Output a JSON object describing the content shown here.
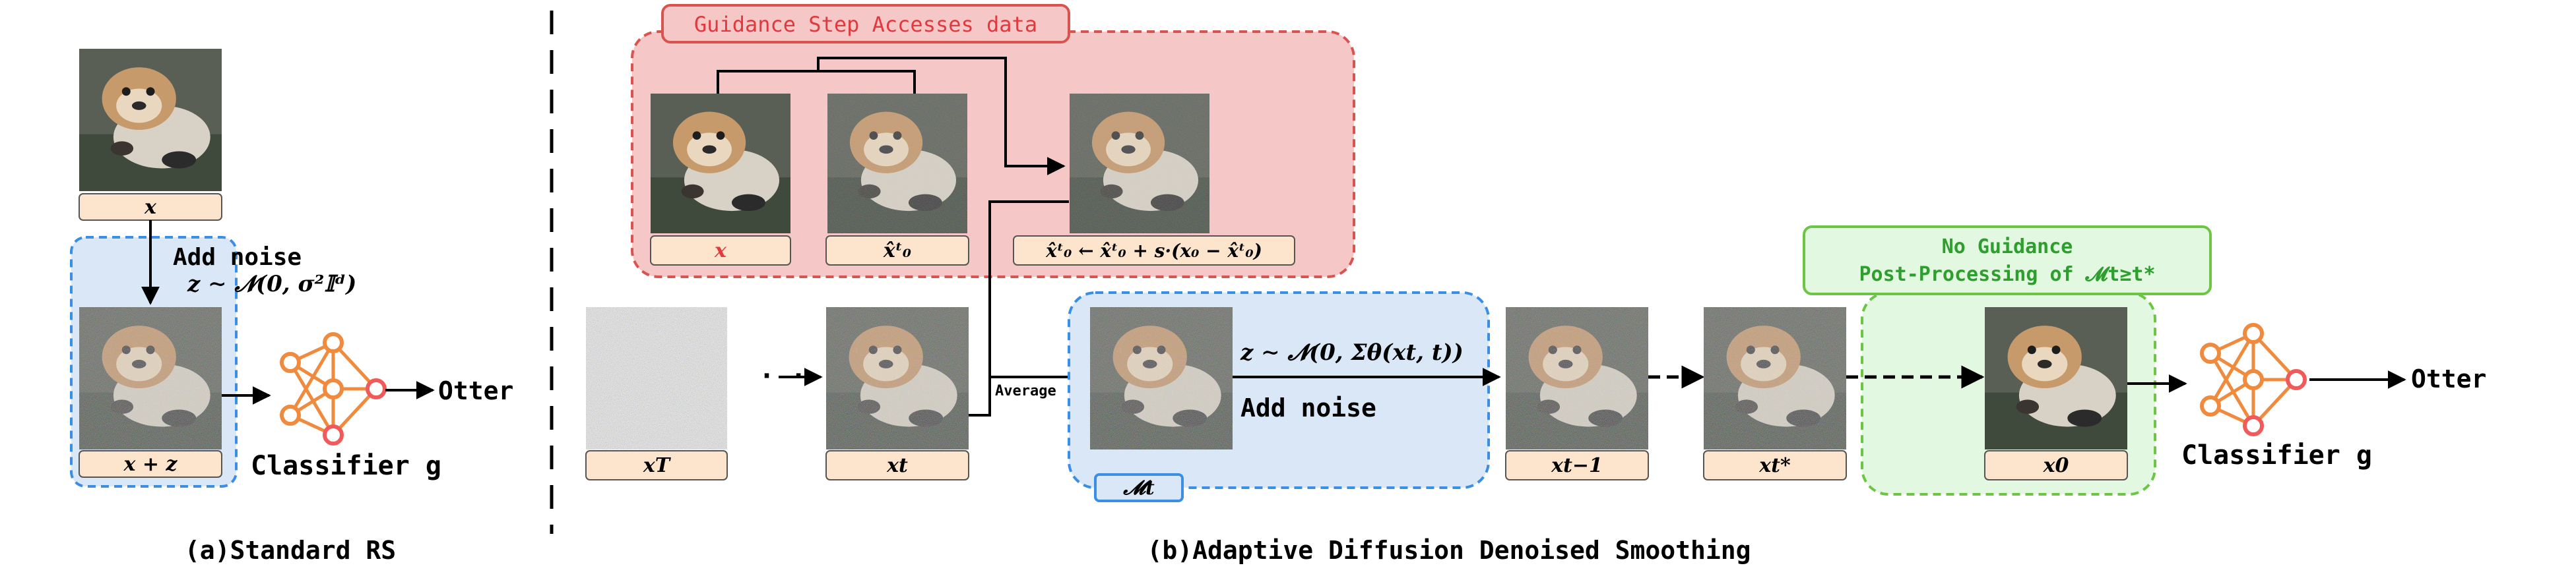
{
  "panel_a": {
    "caption": "(a)Standard RS",
    "image_label_x": "x",
    "noise_title": "Add noise",
    "noise_formula": "z ∼ 𝓝(0, σ²𝕀ᵈ)",
    "image_label_xz": "x + z",
    "classifier_label": "Classifier g",
    "output": "Otter"
  },
  "panel_b": {
    "caption": "(b)Adaptive Diffusion Denoised Smoothing",
    "guidance_title": "Guidance Step Accesses data",
    "guidance_labels": {
      "x": "x",
      "x0hat": "x̂ᵗ₀",
      "update": "x̂ᵗ₀ ← x̂ᵗ₀ + s·(x₀ − x̂ᵗ₀)"
    },
    "chain_labels": {
      "xT": "xT",
      "xt": "xt",
      "xt_minus_1": "xt−1",
      "xtstar": "xt*",
      "x0": "x0"
    },
    "average_label": "Average",
    "noise_formula": "z ∼ 𝓝(0, Σθ(xt, t))",
    "noise_formula_red": "xt",
    "noise_title": "Add noise",
    "mt_label": "𝓜t",
    "no_guidance_title": "No Guidance",
    "no_guidance_subtitle": "Post-Processing of 𝓜t≥t*",
    "classifier_label": "Classifier g",
    "output": "Otter",
    "dots": "· · ·"
  },
  "colors": {
    "guidance_fill": "#f5c7c7",
    "guidance_border": "#d9534f",
    "guidance_text": "#e0393e",
    "blue_fill": "#d9e7f7",
    "blue_border": "#3a8ee6",
    "green_fill": "#e3f8e1",
    "green_border": "#6cc644",
    "green_text": "#2e9e2e",
    "label_fill": "#fde4cc",
    "classifier": "#f08a3c",
    "classifier_node_red": "#f05a5a"
  }
}
